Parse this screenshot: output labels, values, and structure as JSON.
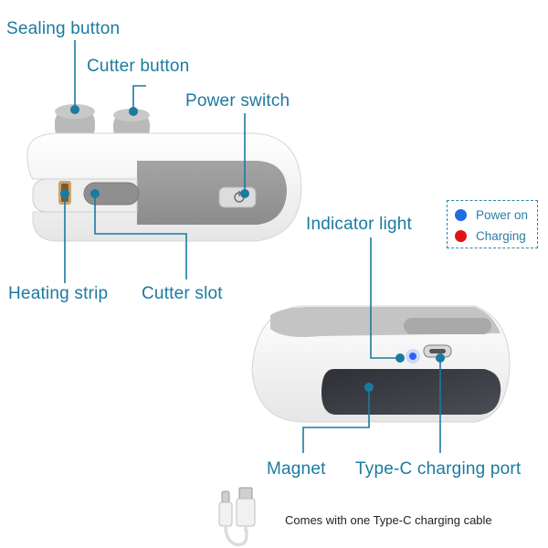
{
  "labels": {
    "sealing_button": "Sealing button",
    "cutter_button": "Cutter button",
    "power_switch": "Power switch",
    "indicator_light": "Indicator light",
    "heating_strip": "Heating strip",
    "cutter_slot": "Cutter slot",
    "magnet": "Magnet",
    "typec_port": "Type-C charging port"
  },
  "legend": {
    "items": [
      {
        "label": "Power on",
        "color": "#1e6ee0"
      },
      {
        "label": "Charging",
        "color": "#e01414"
      }
    ]
  },
  "cable_note": "Comes with one Type-C charging cable",
  "colors": {
    "accent": "#1b7aa0",
    "device_body": "#f4f4f4",
    "device_panel": "#9a9a9a",
    "magnet_panel": "#3a3d44"
  }
}
